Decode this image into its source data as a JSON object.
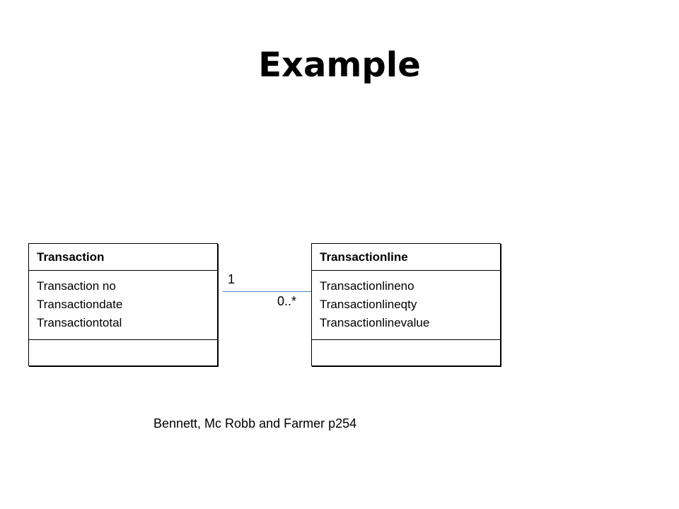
{
  "slide": {
    "title": "Example",
    "citation": "Bennett, Mc Robb and Farmer p254"
  },
  "classes": [
    {
      "name": "Transaction",
      "attributes": [
        "Transaction no",
        "Transactiondate",
        "Transactiontotal"
      ],
      "operations": []
    },
    {
      "name": "Transactionline",
      "attributes": [
        "Transactionlineno",
        "Transactionlineqty",
        "Transactionlinevalue"
      ],
      "operations": []
    }
  ],
  "association": {
    "source_multiplicity": "1",
    "target_multiplicity": "0..*",
    "line_color": "#4a7ebb"
  }
}
